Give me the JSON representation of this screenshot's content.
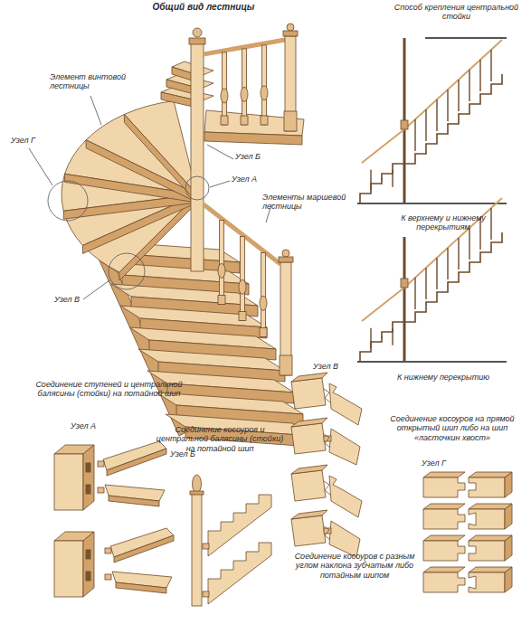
{
  "diagram": {
    "title": "Общий вид лестницы",
    "labels": [
      "Элемент винтовой лестницы",
      "Узел Г",
      "Узел Б",
      "Узел А",
      "Элементы маршевой лестницы",
      "Узел В",
      "Способ крепления центральной стойки",
      "К верхнему и нижнему перекрытиям",
      "К нижнему перекрытию",
      "Соединение ступеней и центральной балясины (стойки) на потайной шип",
      "Узел А",
      "Соединение косоуров и центральной балясины (стойки) на потайной шип",
      "Узел Б",
      "Узел В",
      "Соединение косоуров с разным углом наклона зубчатым либо потайным шипом",
      "Соединение косоуров на прямой открытый шип либо на шип «ласточкин хвост»",
      "Узел Г"
    ]
  }
}
